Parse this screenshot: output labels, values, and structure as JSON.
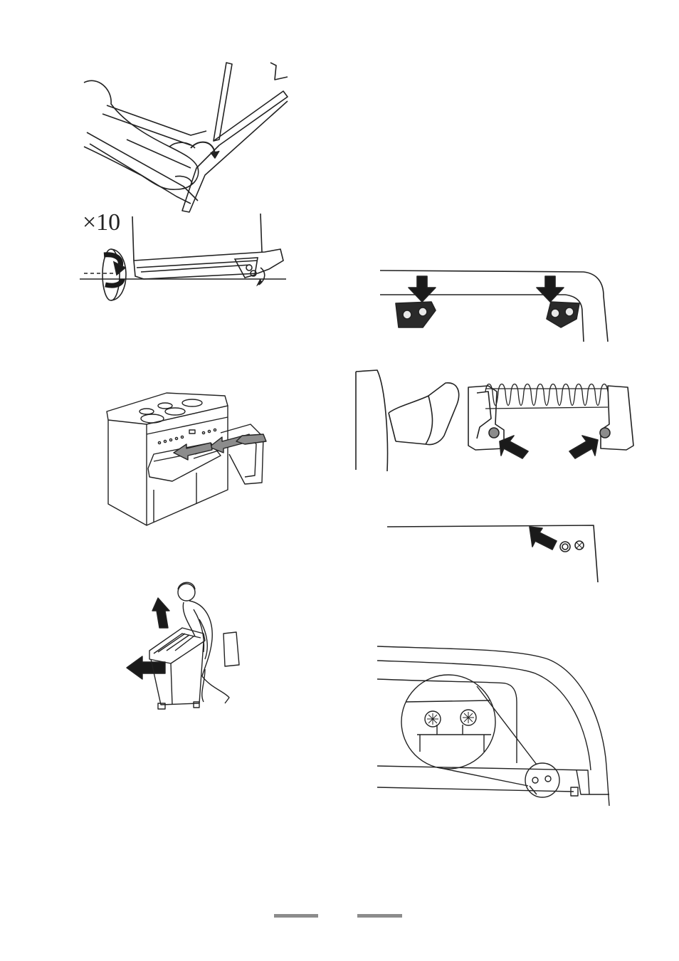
{
  "page": {
    "rotation_label": "×10",
    "colors": {
      "line": "#222222",
      "arrow": "#1a1a1a",
      "grey_fill": "#8c8c8c",
      "footer": "#8c8c8c"
    }
  },
  "figures": [
    {
      "name": "oven-door-hand-illustration"
    },
    {
      "name": "door-adjust-rotation-illustration"
    },
    {
      "name": "range-cooker-racks-illustration"
    },
    {
      "name": "person-lifting-cooker-illustration"
    },
    {
      "name": "door-hinge-arrows-illustration"
    },
    {
      "name": "hinge-spring-illustration"
    },
    {
      "name": "hinge-screw-arrow-illustration"
    },
    {
      "name": "corner-screw-detail-illustration"
    }
  ]
}
